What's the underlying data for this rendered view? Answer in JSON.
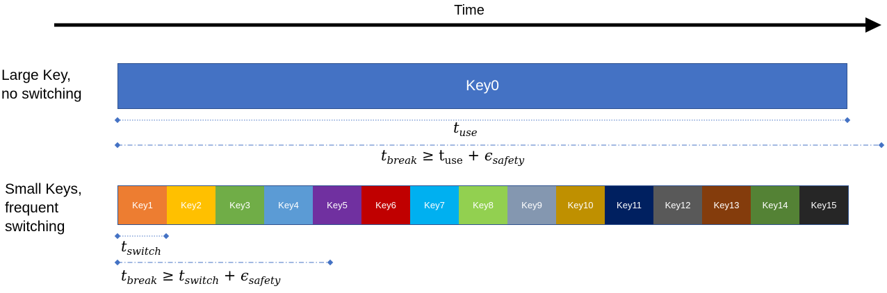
{
  "time_label": "Time",
  "large_row": {
    "label_lines": [
      "Large Key,",
      "no switching"
    ],
    "key_label": "Key0",
    "key_color": "#4472c4"
  },
  "small_row": {
    "label_lines": [
      "Small Keys,",
      "frequent",
      "switching"
    ],
    "keys": [
      {
        "label": "Key1",
        "color": "#ed7d31"
      },
      {
        "label": "Key2",
        "color": "#ffc000"
      },
      {
        "label": "Key3",
        "color": "#70ad47"
      },
      {
        "label": "Key4",
        "color": "#5b9bd5"
      },
      {
        "label": "Key5",
        "color": "#7030a0"
      },
      {
        "label": "Key6",
        "color": "#c00000"
      },
      {
        "label": "Key7",
        "color": "#00b0f0"
      },
      {
        "label": "Key8",
        "color": "#92d050"
      },
      {
        "label": "Key9",
        "color": "#8497b0"
      },
      {
        "label": "Key10",
        "color": "#bf9000"
      },
      {
        "label": "Key11",
        "color": "#002060"
      },
      {
        "label": "Key12",
        "color": "#595959"
      },
      {
        "label": "Key13",
        "color": "#843c0c"
      },
      {
        "label": "Key14",
        "color": "#548235"
      },
      {
        "label": "Key15",
        "color": "#262626"
      }
    ]
  },
  "formulas": {
    "t_use": {
      "base": "t",
      "sub": "use"
    },
    "t_break_large": {
      "lhs_base": "t",
      "lhs_sub": "break",
      "op": "≥",
      "t_base": "t",
      "t_sub": "use",
      "plus": "+",
      "eps": "ϵ",
      "eps_sub": "safety"
    },
    "t_switch": {
      "base": "t",
      "sub": "switch"
    },
    "t_break_small": {
      "lhs_base": "t",
      "lhs_sub": "break",
      "op": "≥",
      "t_base": "t",
      "t_sub": "switch",
      "plus": "+",
      "eps": "ϵ",
      "eps_sub": "safety"
    }
  },
  "colors": {
    "axis": "#000000",
    "dimension_line": "#4472c4"
  }
}
